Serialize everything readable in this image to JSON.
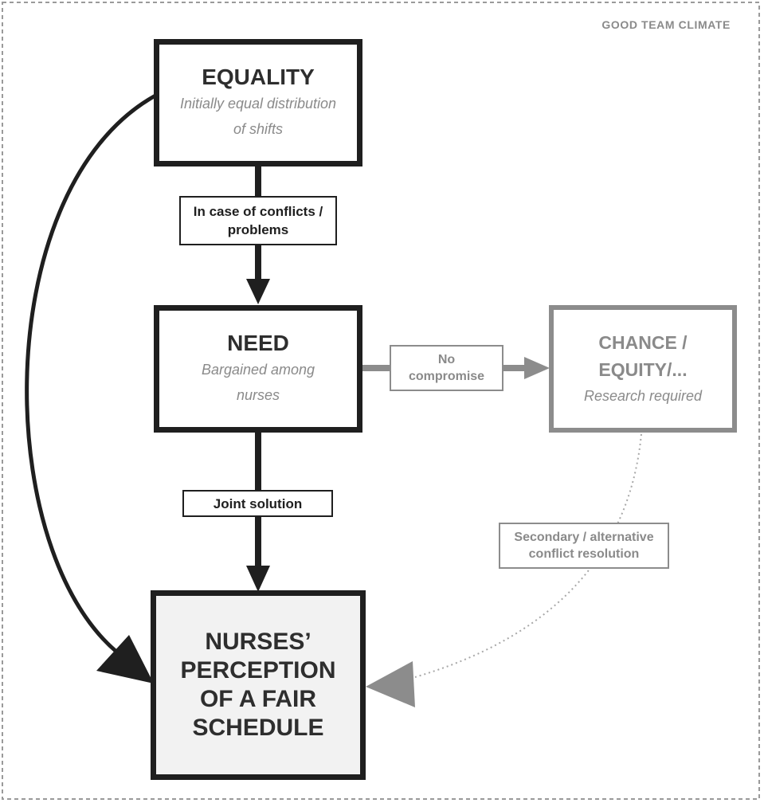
{
  "frame": {
    "label": "GOOD TEAM CLIMATE"
  },
  "nodes": {
    "equality": {
      "title": "EQUALITY",
      "subtitle": "Initially equal distribution of shifts"
    },
    "need": {
      "title": "NEED",
      "subtitle": "Bargained among nurses"
    },
    "chance": {
      "title": "CHANCE / EQUITY/...",
      "subtitle": "Research required"
    },
    "outcome": {
      "title": "NURSES’ PERCEPTION OF A FAIR SCHEDULE"
    }
  },
  "edges": {
    "equality_to_need": "In case of conflicts / problems",
    "need_to_outcome": "Joint solution",
    "need_to_chance": "No compromise",
    "chance_to_outcome": "Secondary / alternative conflict resolution"
  },
  "colors": {
    "primary": "#1f1f1f",
    "secondary": "#8c8c8c",
    "outcome_fill": "#f2f2f2",
    "frame": "#9a9a9a"
  }
}
